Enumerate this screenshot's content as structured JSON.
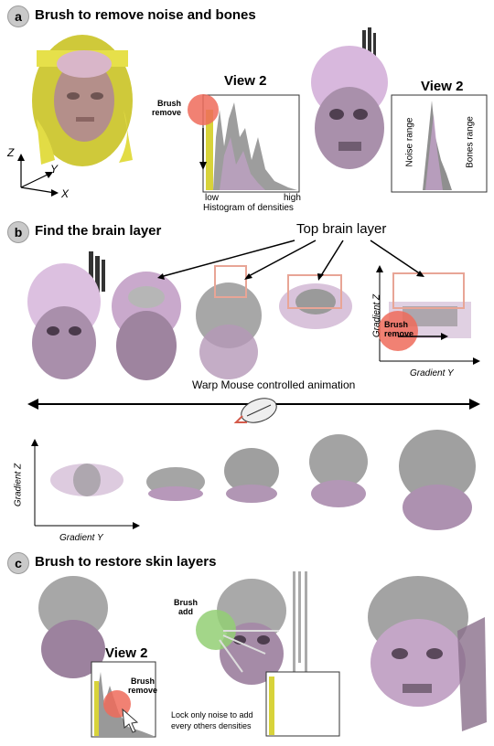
{
  "section_a": {
    "badge": "a",
    "title": "Brush to remove noise and bones",
    "axis_z": "Z",
    "axis_y": "Y",
    "axis_x": "X",
    "view_title_left": "View 2",
    "brush_label": "Brush\nremove",
    "histogram_low": "low",
    "histogram_high": "high",
    "histogram_caption": "Histogram of densities",
    "view_title_right": "View 2",
    "noise_range": "Noise range",
    "bones_range": "Bones range"
  },
  "section_b": {
    "badge": "b",
    "title": "Find the brain layer",
    "top_brain_layer": "Top brain layer",
    "gradient_z": "Gradient Z",
    "gradient_y": "Gradient Y",
    "brush_label": "Brush\nremove",
    "warp_label": "Warp Mouse controlled animation",
    "gradient_z_lower": "Gradient Z",
    "gradient_y_lower": "Gradient Y"
  },
  "section_c": {
    "badge": "c",
    "title": "Brush to restore skin layers",
    "view_title": "View 2",
    "brush_remove": "Brush\nremove",
    "brush_add": "Brush\nadd",
    "lock_note": "Lock only noise to add\nevery others densities"
  },
  "colors": {
    "skull_purple": "#c9a3cf",
    "bone_gray": "#a9a9a9",
    "yellow_noise": "#d9d23a",
    "brush_red": "#ef6b5b",
    "brush_green": "#93cf74",
    "select_box": "#e8a596"
  }
}
